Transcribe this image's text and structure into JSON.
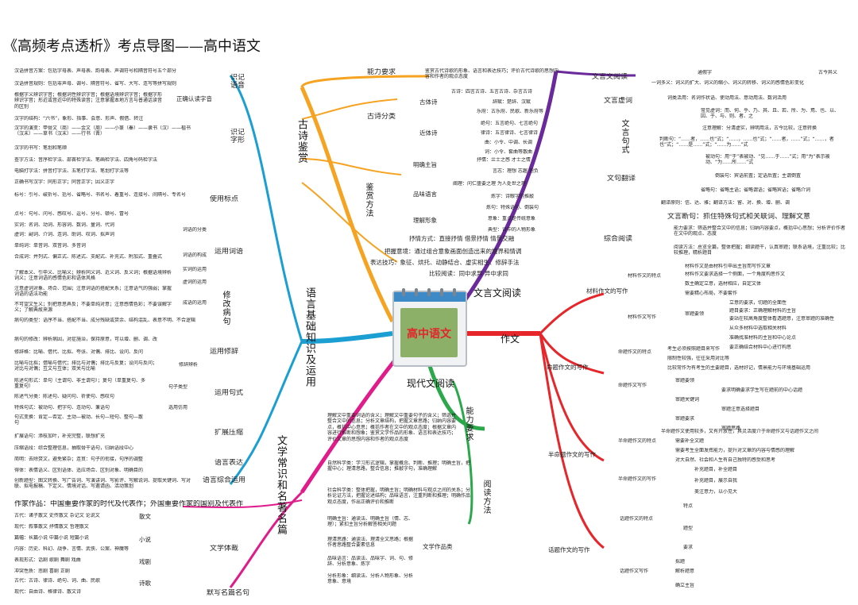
{
  "title": "《高频考点透析》考点导图——高中语文",
  "center": {
    "label": "高中语文"
  },
  "main_branches": {
    "shici": "古诗鉴赏",
    "yuyan": "语言基础知识及运用",
    "wenxue": "文学常识和名著名篇",
    "xiandai": "现代文阅读",
    "wenyan": "文言文阅读",
    "zuowen": "作文"
  },
  "shici": {
    "nengli": "能力要求",
    "nengli_desc": "鉴赏古代诗歌的形象、语言和表达技巧；评价古代诗歌的思想内容和作者的观点态度",
    "fenlei": "古诗分类",
    "gu": "古体诗",
    "gu_items": [
      "古诗：四言古诗、五言古诗、杂言古诗",
      "辞赋：楚辞、汉赋",
      "乐府：古乐府、民歌、新乐府等"
    ],
    "jin": "近体诗",
    "jin_items": [
      "绝句：五言绝句、七言绝句",
      "律诗：五言律诗、七言律诗",
      "曲：小令、中调、长调",
      "词：小令、套曲等散曲"
    ],
    "jianshang": "鉴赏方法",
    "mingque": "明确主旨",
    "mingque_items": [
      "抒情：兰士之感 才士之情",
      "言志：理想 志趣 抱负"
    ],
    "pinwei": "品味语言",
    "pinwei_items": [
      "阐理：问仁盛要之理 为人处世之理",
      "炼字：诗眼字的推敲",
      "炼句：特殊语句、倒装句"
    ],
    "lijie": "理解形象",
    "lijie_items": [
      "意象：重点是传统意象",
      "典型：诗中的人物形象"
    ],
    "shuqing": "抒情方式：直接抒情 借景抒情 情景交融",
    "bawo": "把握意境：通过组合意象画面创造出来的境界和情调",
    "biaoda": "表达技巧：象征、烘托、动静结合、虚实相生、修辞手法",
    "bijiao": "比较阅读：同中求异 异中求同"
  },
  "yuyan": {
    "shiji_yuyin": "识记语音",
    "yuyin_items": [
      "汉语拼音方案：包括字母表、声母表、韵母表、声调符号和隔音符号五个部分",
      "汉语拼音规则：包括零声母、调号、隔音符号、省写、大写、连写等拼写规则",
      "根据字义辨识字音；根据词性辨识字音；根据语境辨识字音；根据字形辨识字音；形近或音近中的特殊读音；注意掌握本地方言与普通话读音的区别"
    ],
    "yuyin_zhengque": "正确认读字音",
    "shiji_zixing": "识记字形",
    "zixing_items": [
      "汉字的结构：“六书”，象形、指事、会意、形声、假借、转注",
      "汉字的演变：甲骨文（商）——金文（周）——小篆（秦）——隶书（汉）——楷书（汉末）——草书（汉末）——行书（晋）",
      "汉字的书写：笔划和笔顺",
      "查字方法：音序检字法、部首检字法、笔画检字法、四角号码检字法",
      "电脑打字法：拼音打字法、五笔打字法、笔划打字法等",
      "正确书写汉字：同形正字；同音正字；因义正字"
    ],
    "biaodian": "使用标点",
    "biaodian_items": [
      "标号：引号、破折号、括号、省略号、书名号、着重号、连接号、间隔号、专名号",
      "点号：句号、问号、感叹号、逗号、分号、顿号、冒号"
    ],
    "ciyu": "运用词语",
    "ciyu_items": [
      "实词：名词、动词、形容词、数词、量词、代词",
      "虚词：副词、介词、连词、助词、叹词、拟声词",
      "单纯词：单音词、双音词、多音词",
      "合成词：并列式、偏正式、陈述式、支配式、补充式、附加式、重叠式",
      "了解本义、引申义、比喻义；辨析同义词、近义词、反义词；根据语境辨析词义；注意词语的感情色彩和语体风格",
      "注意虚词对象、场合、范围；注意词语的搭配关系；注意语气的强弱；掌握词语的语法功能",
      "不可望文生义；别把意思弄反；不要单纯对意；注意感情色彩；不要误解字义；了解典故来源"
    ],
    "ciyu_sub": [
      "词语的分类",
      "词语的构成",
      "实词的运用",
      "虚词的运用",
      "成语的运用"
    ],
    "bingju": "修改病句",
    "bingju_items": [
      "病句的类型：语序不当、搭配不当、成分残缺或赘余、结构混乱、表意不明、不合逻辑",
      "病句的修改：辨析病因，对症施治，保持原意，可以增、删、调、改"
    ],
    "xiuci": "运用修辞",
    "xiuci_items": [
      "修辞格：比喻、借代、比拟、夸张、对偶、排比、设问、反问",
      "比喻与比拟；借喻与借代；排比与对偶；排比与反复；设问与反问；对比与对偶；互文与互体；双关与比喻"
    ],
    "xiuci_sub": "修辞辨析",
    "jushi": "运用句式",
    "jushi_items": [
      "陈述句形式：单句（主谓句、非主谓句）；复句（单重复句、多重复句）",
      "陈述气分类：陈述句、疑问句、祈使句、感叹句",
      "特殊句式：被动句、把字句、连动句、兼语句",
      "句式变换：肯定—否定、主动—被动、长句—短句、整句—散句"
    ],
    "jushi_sub": [
      "句子类型",
      "选用仿用"
    ],
    "kuozhan": "扩展压缩",
    "kuozhan_items": [
      "扩展语句：添枝加叶，补充完整，联想扩充",
      "压缩语段：综合整理信息，抽取骨干语句，归纳语段中心"
    ],
    "biaoda": "语言表达",
    "biaoda_items": [
      "简明：去除赘文，避免繁杂；连贯：句子的衔接，句序的调整",
      "得体：表情语义、区别语体、适应场合、区别对象、明确目的"
    ],
    "zonghe": "语言综合运用",
    "zonghe_items": "创新题型：图文转换、写广告词、写演讲词、写影评、写解说词、提取关键词、写对联、拟电报稿、下定义、情境对话、写邀请函、活动策划"
  },
  "wenxue": {
    "zuojia": "作家作品：中国重要作家的时代及代表作；外国重要作家的国别及代表作",
    "ticai": "文学体裁",
    "sanwen": "散文",
    "sanwen_items": [
      "古代：诸子散文 史传散文 杂记文 论说文",
      "现代：叙事散文 抒情散文 哲理散文"
    ],
    "xiaoshuo": "小说",
    "xiaoshuo_items": [
      "篇幅：长篇小说 中篇小说 短篇小说",
      "内容：历史、科幻、战争、言情、武侠、公案、神魔等"
    ],
    "xiju": "戏剧",
    "xiju_items": [
      "表现形式：话剧 歌剧 舞剧 戏曲",
      "冲突性质：悲剧 喜剧 正剧"
    ],
    "shige": "诗歌",
    "shige_items": [
      "古代：古诗、律诗、绝句、词、曲、民歌",
      "现代：自由诗、格律诗、散文诗"
    ],
    "mingju": "默写名篇名句"
  },
  "xiandai": {
    "nengli": "能力要求",
    "nengli_desc": "理解文中重要词语的含义；理解文中重要句子的含义；筛选并整合文中的信息；分析文章结构，把握文章思路；归纳内容要点，概括中心意思；概括作者在文中的观点态度；根据文章内容进行推断和想象；鉴赏文学作品的形象、语言和表达技巧；评价文章的思想内容和作者的观点态度",
    "yuedu": "阅读方法",
    "ziran": "自然科学类：学习形式逻辑，掌握概念、判断、推理；明确主旨，把握中心；理清思路，整合信息；推敲字句，准确理解",
    "shehui": "社会科学类：整体把握，明确主旨；明确材料与观点之间的关系；分析论证方法，把握论述结构；品味语言，注重判断和推理；明确作品观点态度，作出正确评价和推断",
    "wenxuezuopin": "文学作品类",
    "wx_items": [
      "明确主旨：通读法、明确主旨（情、志、理）；紧扣主旨分析解答相关问题",
      "理清思路：通读法、理清全文思路；根据作者思路整合要素信息",
      "品味语言：品读法、品味字、词、句、修辞、分析意象、炼字",
      "分析形象：细读法、分析人物形象、分析意象、意境"
    ]
  },
  "wenyan": {
    "yuedu": "文言文阅读",
    "xuci": "文言虚词",
    "tongjiazi": "通假字",
    "gujin": "古今异义",
    "yiciduoyi": "一词多义：词义的扩大、词义的缩小、词义的转移、词义的感情色彩变化",
    "huoyong": "词类活用：名词作状语、使动用法、意动用法、数词活用",
    "xuci_items": "常见虚词：而、何、乎、乃、其、且、若、所、为、焉、也、以、因、于、与、则、者、之",
    "juzhong": "文言句式",
    "juzhong_items": [
      "注意理解：分清虚实，辨明用法，古今比较，注意转换",
      "判断句：“……者，……也”式；“……，……也”式；“……者，……”式；“……，者也”式；“……是……”式；“……为……”式",
      "被动句：用“于”表被动、“见……于……”式；用“为”表示被动、“为……所……”式",
      "倒装句：宾语前置；定语后置；主谓倒置",
      "省略句：省略主语；省略谓语；省略宾语；省略介词"
    ],
    "fanyi": "文句翻译",
    "fanyi_items": "翻译原则：信、达、雅；翻译方法：留、对、换、增、删、调",
    "duanju": "文言断句：抓住特殊句式和关联词、理解文意",
    "zonghe": "综合阅读",
    "zonghe_items": [
      "能力要求：筛选并整合文中的信息；归纳内容要点，概括中心思想；分析评价作者在文中的观点、态度",
      "阅读方法：总览全篇，整体把握；细读题干，认真审题；联系语境，注重比较；比较推理，精析题目"
    ]
  },
  "zuowen": {
    "cailiao": "材料作文的写作",
    "cailiao_te": "材料作文的特点",
    "cailiao_te_items": [
      "材料作文是由材料引申出主旨而写作文章",
      "材料作文要求选择一个侧面，一个角度构思作文",
      "数主确定立意，选材相应，自定文体",
      "需要精心布局，不要套作"
    ],
    "cailiao_xie": "材料作文写作",
    "shenti": "审题要领",
    "shenti_items": [
      "立意的要求，切题的全面性",
      "题目要求：正确理解材料的主旨",
      "要站在较高角度整体看透题意，注意审题的准确性",
      "从众多材料中选取相关材料",
      "准确找准材料的主旨和中心论点",
      "要正确结合材料中心进行构思"
    ],
    "mingti": "命题作文的写作",
    "mingti_te": "命题作文的特点",
    "mingti_te_items": [
      "考生必须按照题目来写作",
      "限制性较强，往往采用对比等",
      "比较常作为有考生的主要题目，选材好记，情景能力与环境基础运用"
    ],
    "mingti_xie": "命题作文写作",
    "mingti_xie_items": [
      "审题要领",
      "要求明确要求学生写在题前的中心话题",
      "审题关键词",
      "审题注意选择题目",
      "审题要求",
      "审题思路"
    ],
    "banmingti": "半命题作文的写作",
    "banmingti_te": "半命题作文的特点",
    "banmingti_items": [
      "半命题作文使用较多，又有开放性，其灵活度介于命题作文与话题作文之间",
      "需要补全文题",
      "需要考生全面发挥能力，提升对文章的内容与情感的理解",
      "对大自然、社会和人生有自己独特的感受和思考"
    ],
    "banmingti_xie": "半命题作文的写作",
    "bu_items": [
      "补充题目，补全题目",
      "补充题目，展示自我",
      "美注意力，以小见大"
    ],
    "huati": "话题作文的写作",
    "huati_te": "话题作文的特点",
    "huati_te_items": [
      "特点",
      "题型",
      "要求"
    ],
    "huati_xie": "话题作文写作",
    "huati_xie_items": [
      "拟题",
      "解析题意",
      "确立主旨"
    ]
  },
  "colors": {
    "shici": "#f5a321",
    "yuyan": "#1b9fd3",
    "wenxue": "#e01c8a",
    "xiandai": "#2ba84a",
    "wenyan": "#6a2a9c",
    "zuowen": "#e6262a"
  }
}
